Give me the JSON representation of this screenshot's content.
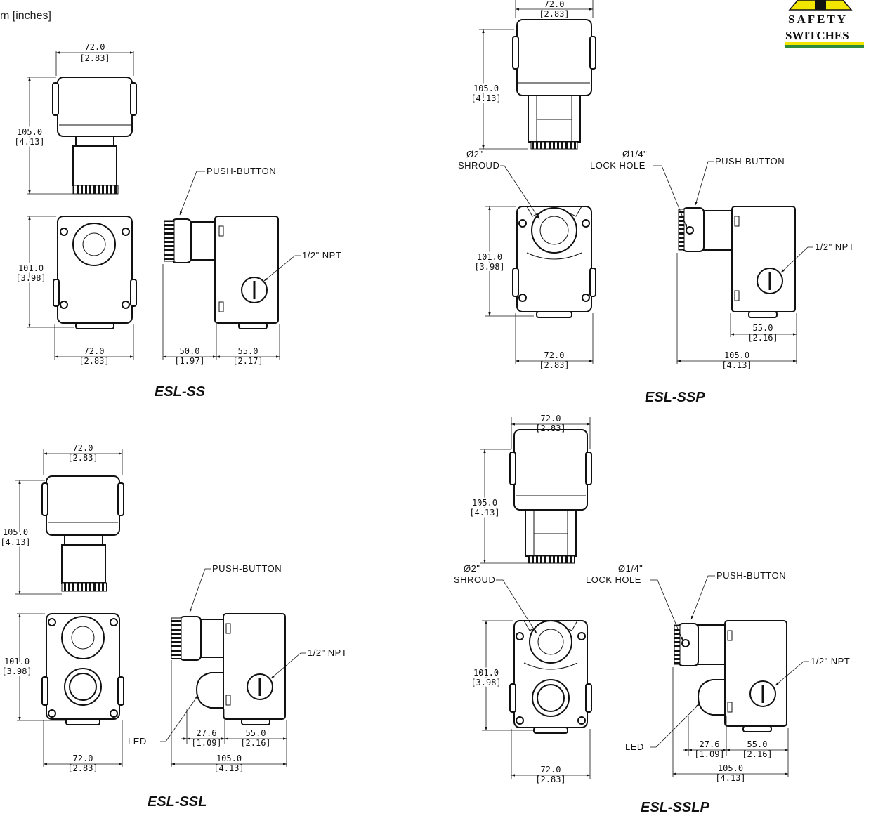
{
  "units_note": "m [inches]",
  "logo": {
    "line1": "SAFETY",
    "line2": "SWITCHES",
    "accent_color": "#f2e500",
    "stripe_color": "#2e8b3d"
  },
  "models": {
    "ss": {
      "title": "ESL-SS"
    },
    "ssp": {
      "title": "ESL-SSP"
    },
    "ssl": {
      "title": "ESL-SSL"
    },
    "sslp": {
      "title": "ESL-SSLP"
    }
  },
  "labels": {
    "push_button": "PUSH-BUTTON",
    "npt": "1/2\" NPT",
    "shroud_dia": "Ø2\"",
    "shroud": "SHROUD",
    "lock_dia": "Ø1/4\"",
    "lock_hole": "LOCK HOLE",
    "led": "LED"
  },
  "dims": {
    "w72": "72.0",
    "w72_in": "[2.83]",
    "h105": "105.0",
    "h105_in": "[4.13]",
    "h101": "101.0",
    "h101_in": "[3.98]",
    "d50": "50.0",
    "d50_in": "[1.97]",
    "d55_17": "55.0",
    "d55_17_in": "[2.17]",
    "d55_16": "55.0",
    "d55_16_in": "[2.16]",
    "d105": "105.0",
    "d105_in": "[4.13]",
    "d27": "27.6",
    "d27_in": "[1.09]"
  }
}
